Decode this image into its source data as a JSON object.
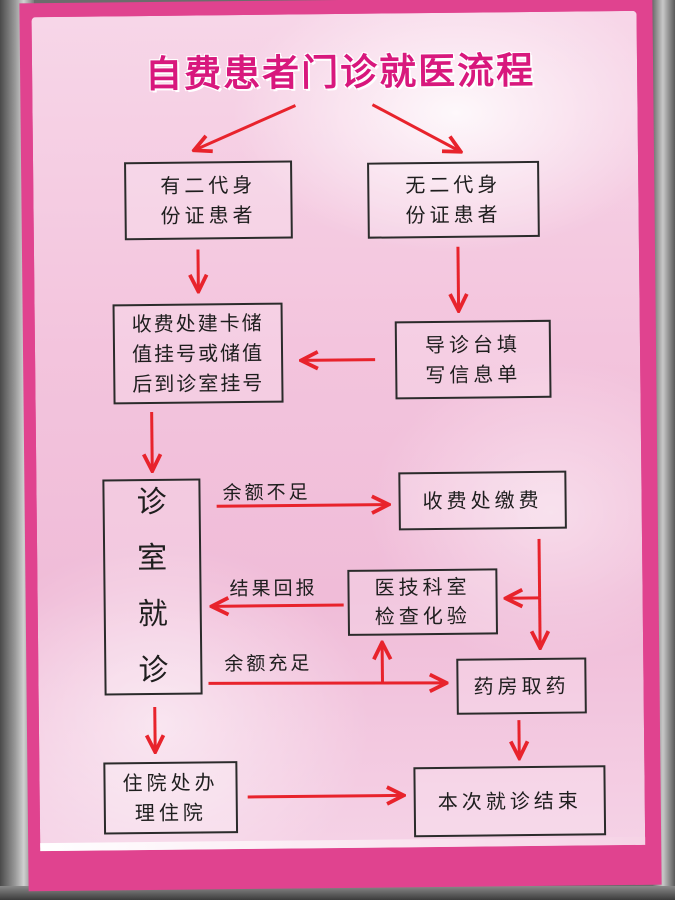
{
  "title": "自费患者门诊就医流程",
  "nodes": {
    "with_id": [
      "有二代身",
      "份证患者"
    ],
    "without_id": [
      "无二代身",
      "份证患者"
    ],
    "cashier_register": [
      "收费处建卡储",
      "值挂号或储值",
      "后到诊室挂号"
    ],
    "guide_desk": [
      "导诊台填",
      "写信息单"
    ],
    "clinic": [
      "诊",
      "室",
      "就",
      "诊"
    ],
    "cashier_pay": "收费处缴费",
    "medtech": [
      "医技科室",
      "检查化验"
    ],
    "pharmacy": "药房取药",
    "hospitalize": [
      "住院处办",
      "理住院"
    ],
    "end": "本次就诊结束"
  },
  "labels": {
    "insufficient": "余额不足",
    "result_report": "结果回报",
    "sufficient": "余额充足"
  },
  "colors": {
    "arrow": "#e8232c",
    "title": "#d8187d",
    "border": "#e0438f"
  }
}
